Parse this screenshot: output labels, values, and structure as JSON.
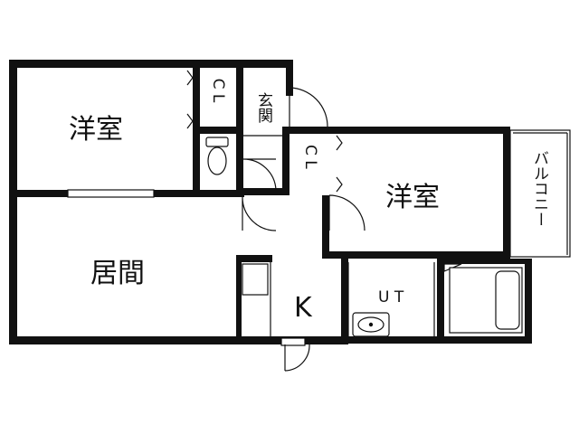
{
  "floorplan": {
    "rooms": {
      "western_room_left": "洋室",
      "western_room_right": "洋室",
      "living_room": "居間",
      "kitchen": "K",
      "utility": "U T",
      "balcony": "バルコニー",
      "entrance": "玄関",
      "closet_left": "C L",
      "closet_center": "C L"
    }
  }
}
